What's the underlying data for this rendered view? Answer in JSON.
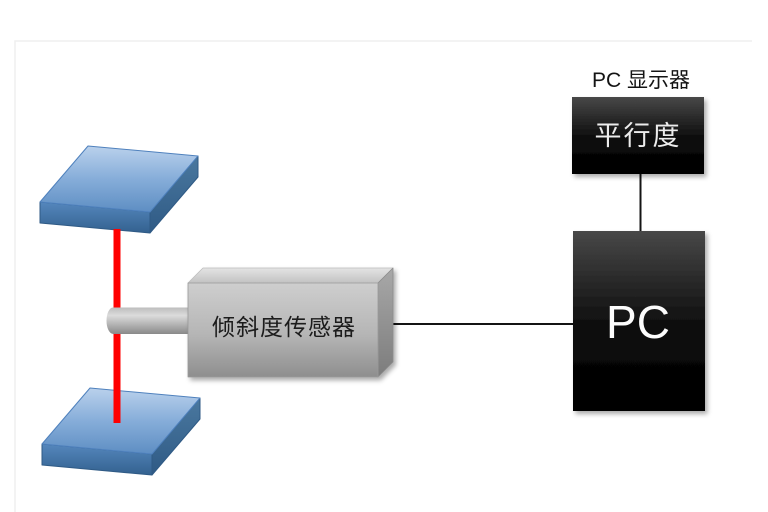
{
  "diagram": {
    "monitor_caption": "PC 显示器",
    "monitor_label": "平行度",
    "pc_label": "PC",
    "sensor_label": "倾斜度传感器"
  },
  "colors": {
    "laser_red": "#ff0000",
    "plate_blue": "#4f81bd",
    "box_black": "#000000",
    "sensor_gray": "#bfbfbf",
    "connector_line": "#141414",
    "canvas_border": "#efefef"
  }
}
